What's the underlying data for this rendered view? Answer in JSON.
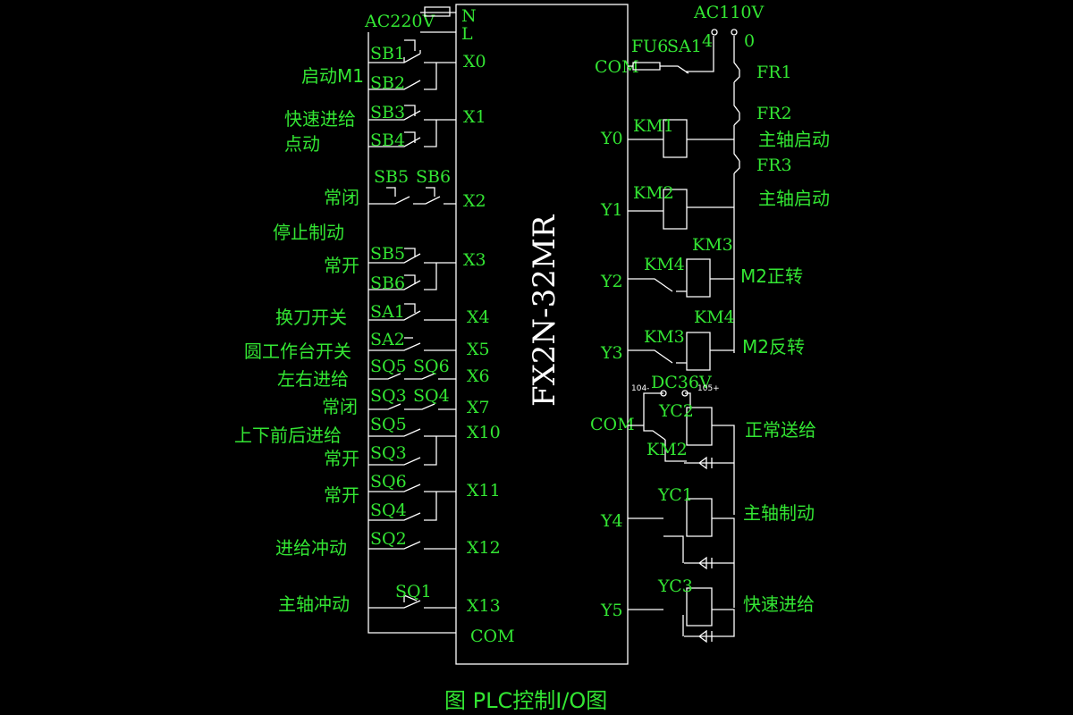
{
  "plc": {
    "model": "FX2N-32MR",
    "top_terminals": [
      "N",
      "L"
    ],
    "inputs": [
      "X0",
      "X1",
      "X2",
      "X3",
      "X4",
      "X5",
      "X6",
      "X7",
      "X10",
      "X11",
      "X12",
      "X13"
    ],
    "input_com": "COM",
    "outputs": [
      "Y0",
      "Y1",
      "Y2",
      "Y3",
      "Y4",
      "Y5"
    ],
    "output_coms": [
      "COM",
      "COM"
    ]
  },
  "supply": {
    "ac220": "AC220V",
    "ac110": "AC110V",
    "terminal_4": "4",
    "terminal_0": "0",
    "dc36": "DC36V",
    "dc_neg": "104-",
    "dc_pos": "105+"
  },
  "input_devices": [
    "SB1",
    "SB2",
    "SB3",
    "SB4",
    "SB5",
    "SB6",
    "SB5",
    "SB6",
    "SA1",
    "SA2",
    "SQ5",
    "SQ6",
    "SQ3",
    "SQ4",
    "SQ5",
    "SQ3",
    "SQ6",
    "SQ4",
    "SQ2",
    "SQ1"
  ],
  "input_functions": [
    "启动M1",
    "快速进给",
    "点动",
    "常闭",
    "停止制动",
    "常开",
    "换刀开关",
    "圆工作台开关",
    "左右进给",
    "常闭",
    "上下前后进给",
    "常开",
    "常开",
    "进给冲动",
    "主轴冲动"
  ],
  "output_devices": [
    "FU6",
    "SA1",
    "FR1",
    "FR2",
    "FR3",
    "KM1",
    "KM2",
    "KM3",
    "KM4",
    "KM4",
    "KM3",
    "YC2",
    "KM2",
    "YC1",
    "YC3"
  ],
  "output_functions": [
    "主轴启动",
    "主轴启动",
    "M2正转",
    "M2反转",
    "正常送给",
    "主轴制动",
    "快速进给"
  ],
  "caption": "图  PLC控制I/O图"
}
